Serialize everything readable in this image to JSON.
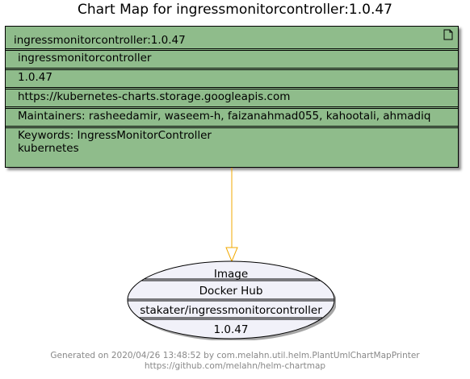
{
  "title": "Chart Map for ingressmonitorcontroller:1.0.47",
  "chart": {
    "header": "ingressmonitorcontroller:1.0.47",
    "name": "ingressmonitorcontroller",
    "version": "1.0.47",
    "repository": "https://kubernetes-charts.storage.googleapis.com",
    "maintainers": "Maintainers: rasheedamir, waseem-h, faizanahmad055, kahootali, ahmadiq",
    "keywords_line1": "Keywords: IngressMonitorController",
    "keywords_line2": "kubernetes",
    "fill_color": "#8fbc8b",
    "icon": "document-icon"
  },
  "image": {
    "stereotype": "Image",
    "registry": "Docker Hub",
    "repository": "stakater/ingressmonitorcontroller",
    "tag": "1.0.47",
    "fill_color": "#f1f1f9"
  },
  "connector_color": "#f2a900",
  "footer": {
    "line1": "Generated on 2020/04/26 13:48:52 by com.melahn.util.helm.PlantUmlChartMapPrinter",
    "line2": "https://github.com/melahn/helm-chartmap"
  }
}
